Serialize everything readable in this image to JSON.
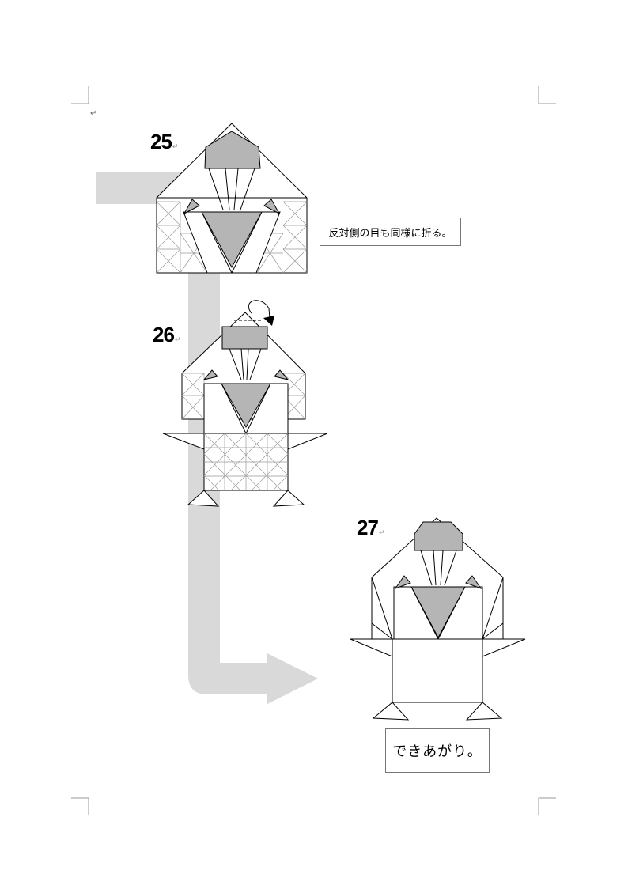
{
  "steps": [
    {
      "number": "25",
      "note": "反対側の目も同様に折る。"
    },
    {
      "number": "26"
    },
    {
      "number": "27",
      "note": "できあがり。"
    }
  ],
  "paragraph_mark": "↵",
  "colors": {
    "flow_arrow": "#d9d9d9",
    "fold_gray": "#b5b5b5",
    "line": "#000000"
  },
  "icons": [
    "paragraph-mark-icon",
    "flip-over-arrow-icon",
    "flow-arrow-icon",
    "crop-mark-icon"
  ]
}
